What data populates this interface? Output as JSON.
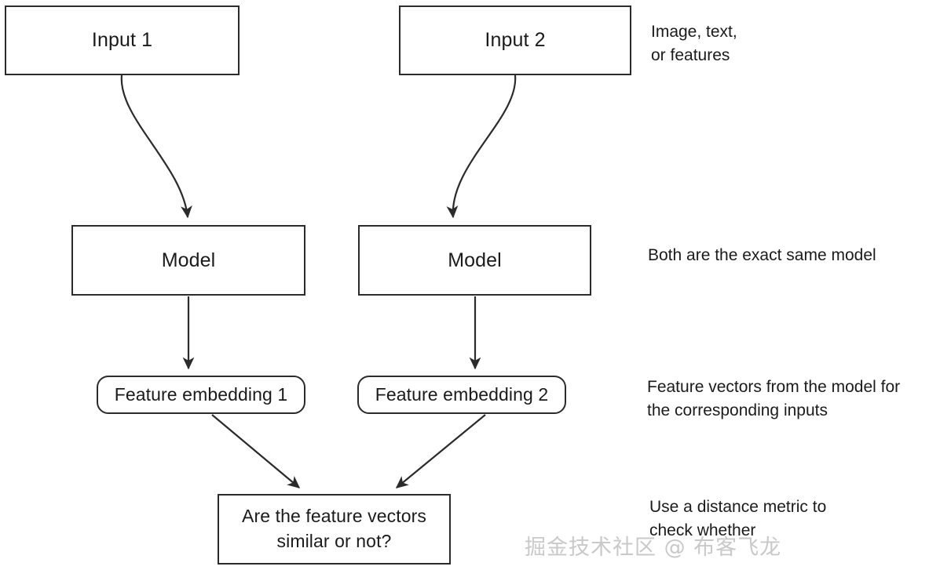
{
  "diagram": {
    "title": "Siamese network comparison flow",
    "background": "#ffffff",
    "stroke_color": "#2b2b2b",
    "text_color": "#1b1b1b",
    "nodes": {
      "input_1": "Input 1",
      "input_2": "Input 2",
      "model_1": "Model",
      "model_2": "Model",
      "embedding_1": "Feature embedding 1",
      "embedding_2": "Feature embedding 2",
      "question": "Are the feature vectors\nsimilar or not?"
    },
    "annotations": {
      "inputs": "Image, text,\nor features",
      "model": "Both are the exact same model",
      "vectors": "Feature vectors from the model for\nthe corresponding inputs",
      "metric": "Use a distance metric to\ncheck whether"
    },
    "edges": [
      {
        "name": "input-1-to-model-1",
        "style": "curved",
        "arrowhead": true
      },
      {
        "name": "input-2-to-model-2",
        "style": "curved",
        "arrowhead": true
      },
      {
        "name": "model-1-to-embedding-1",
        "style": "straight-vertical",
        "arrowhead": true
      },
      {
        "name": "model-2-to-embedding-2",
        "style": "straight-vertical",
        "arrowhead": true
      },
      {
        "name": "embedding-1-to-question",
        "style": "diagonal",
        "arrowhead": true
      },
      {
        "name": "embedding-2-to-question",
        "style": "diagonal",
        "arrowhead": true
      }
    ]
  },
  "watermark": {
    "text": "掘金技术社区 @ 布客飞龙",
    "color": "#c9c9c9"
  }
}
